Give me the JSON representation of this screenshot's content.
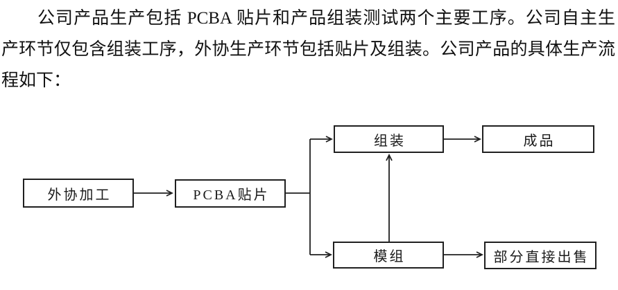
{
  "page": {
    "background": "#ffffff",
    "text_color": "#111111",
    "line_color": "#1f1f1f"
  },
  "paragraph": {
    "lines": [
      "公司产品生产包括 PCBA 贴片和产品组装测试两个主要工序。公司自主生",
      "产环节仅包含组装工序，外协生产环节包括贴片及组装。公司产品的具体生产流",
      "程如下："
    ]
  },
  "flowchart": {
    "nodes": [
      {
        "id": "outsourced-processing",
        "label": "外协加工"
      },
      {
        "id": "pcba-smt",
        "label": "PCBA贴片"
      },
      {
        "id": "assembly",
        "label": "组装"
      },
      {
        "id": "finished-product",
        "label": "成品"
      },
      {
        "id": "module",
        "label": "模组"
      },
      {
        "id": "partial-direct-sale",
        "label": "部分直接出售"
      }
    ],
    "edges": [
      {
        "from": "外协加工",
        "to": "PCBA贴片"
      },
      {
        "from": "PCBA贴片",
        "to": "组装"
      },
      {
        "from": "PCBA贴片",
        "to": "模组"
      },
      {
        "from": "组装",
        "to": "成品"
      },
      {
        "from": "模组",
        "to": "组装"
      },
      {
        "from": "模组",
        "to": "部分直接出售"
      }
    ]
  }
}
